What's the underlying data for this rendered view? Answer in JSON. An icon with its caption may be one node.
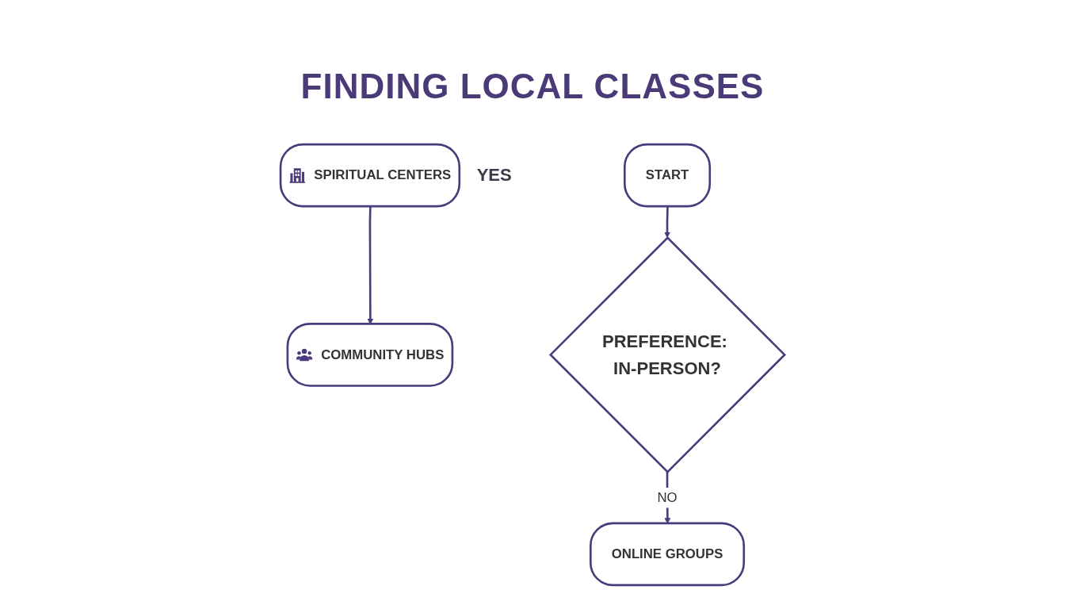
{
  "diagram": {
    "title": "FINDING LOCAL CLASSES",
    "nodes": [
      {
        "text": [
          "START"
        ]
      },
      {
        "text": [
          "PREFERENCE: IN-PERSON?"
        ]
      },
      {
        "text": [
          "SPIRITUAL CENTERS"
        ]
      },
      {
        "text": [
          "COMMUNITY HUBS"
        ]
      },
      {
        "text": [
          "ONLINE GROUPS"
        ]
      }
    ],
    "edges": [
      {
        "from": 0,
        "to": 1,
        "arrow": "to"
      },
      {
        "from": 1,
        "to": 4,
        "arrow": "to",
        "label": "NO"
      },
      {
        "from": 2,
        "to": 3,
        "arrow": "to"
      }
    ],
    "labels": [
      "YES"
    ]
  }
}
